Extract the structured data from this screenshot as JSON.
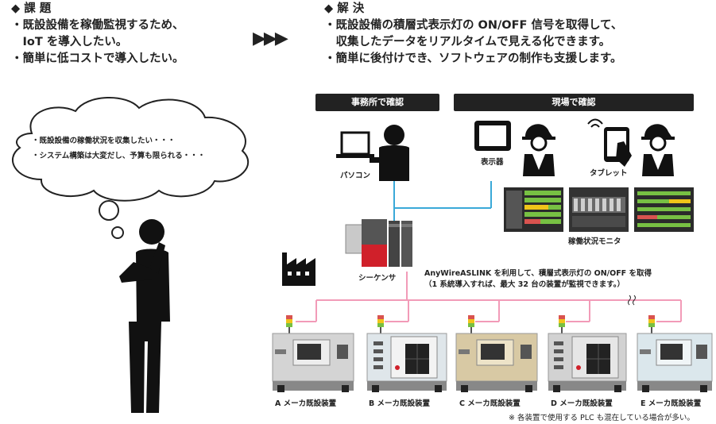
{
  "problem": {
    "heading": "◆ 課 題",
    "lines": [
      "・既設設備を稼働監視するため、",
      "　IoT を導入したい。",
      "・簡単に低コストで導入したい。"
    ]
  },
  "arrow": "▶▶▶",
  "solution": {
    "heading": "◆ 解 決",
    "lines": [
      "・既設設備の積層式表示灯の ON/OFF 信号を取得して、",
      "　収集したデータをリアルタイムで見える化できます。",
      "・簡単に後付けでき、ソフトウェアの制作も支援します。"
    ]
  },
  "office_bar": "事務所で確認",
  "site_bar": "現場で確認",
  "thought": [
    "・既設設備の稼働状況を収集したい・・・",
    "・システム構築は大変だし、予算も限られる・・・"
  ],
  "labels": {
    "pc": "パソコン",
    "display": "表示器",
    "tablet": "タブレット",
    "monitor": "稼働状況モニタ",
    "sequencer": "シーケンサ"
  },
  "network_note": [
    "AnyWireASLINK を利用して、積層式表示灯の ON/OFF を取得",
    "（1 系統導入すれば、最大 32 台の装置が監視できます。）"
  ],
  "machines": [
    {
      "label": "A メーカ既設装置",
      "color": "#d4d4d4"
    },
    {
      "label": "B メーカ既設装置",
      "color": "#dfe6ea"
    },
    {
      "label": "C メーカ既設装置",
      "color": "#d8c9a4"
    },
    {
      "label": "D メーカ既設装置",
      "color": "#d2d2d2"
    },
    {
      "label": "E メーカ既設装置",
      "color": "#dbe7ec"
    }
  ],
  "footnote": "※ 各装置で使用する PLC も混在している場合が多い。",
  "colors": {
    "ethernet": "#3aa9d8",
    "aslink": "#f29bb8",
    "bar": "#222222"
  }
}
